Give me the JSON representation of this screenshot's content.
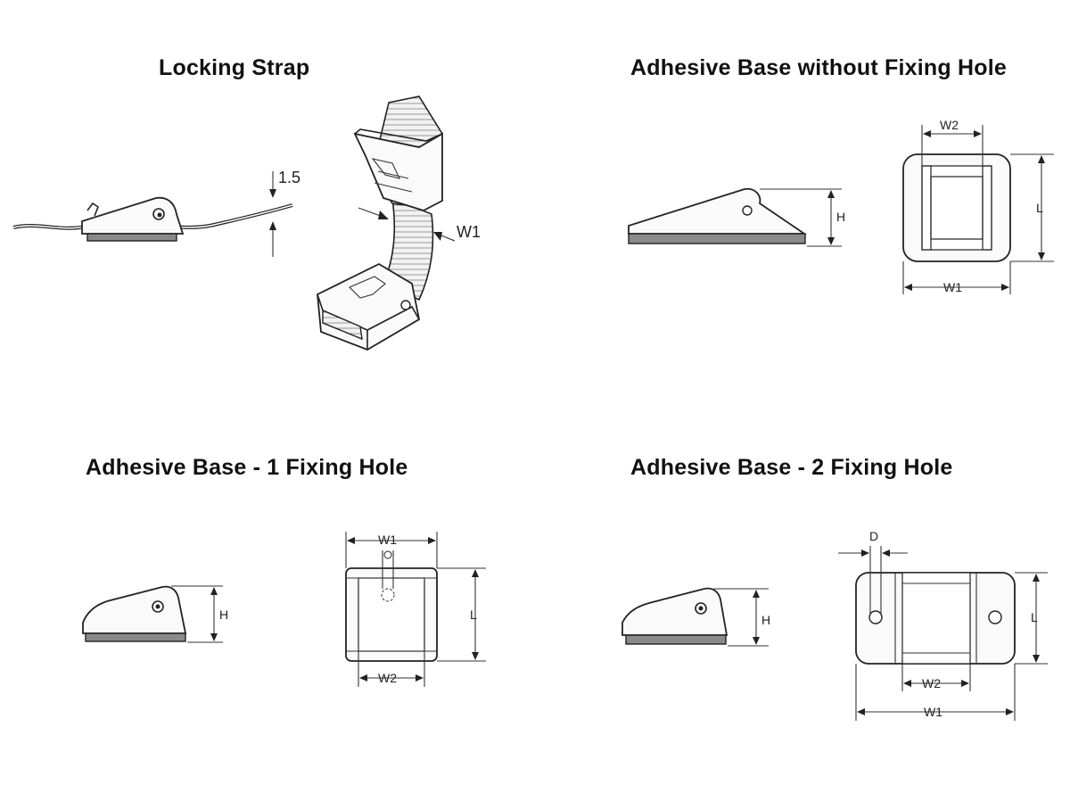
{
  "titles": {
    "locking_strap": "Locking Strap",
    "adhesive_no_hole": "Adhesive Base without Fixing Hole",
    "adhesive_1_hole": "Adhesive Base - 1 Fixing Hole",
    "adhesive_2_hole": "Adhesive Base - 2 Fixing Hole"
  },
  "dimensions": {
    "strap_thickness": "1.5",
    "width1": "W1",
    "width2": "W2",
    "height": "H",
    "length": "L",
    "diameter": "D"
  }
}
